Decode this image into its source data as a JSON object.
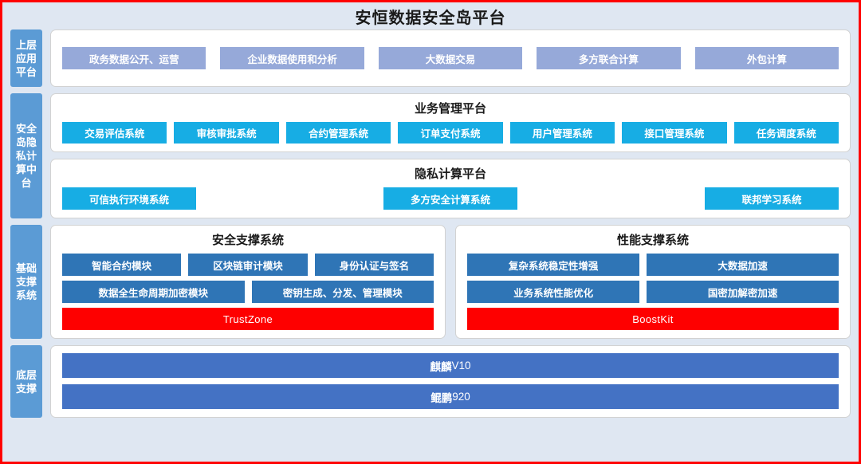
{
  "header": {
    "title": "安恒数据安全岛平台"
  },
  "layers": [
    {
      "side_label": "上层应用平台",
      "apps": [
        "政务数据公开、运营",
        "企业数据使用和分析",
        "大数据交易",
        "多方联合计算",
        "外包计算"
      ]
    },
    {
      "side_label": "安全岛隐私计算中台",
      "business_platform": {
        "title": "业务管理平台",
        "items": [
          "交易评估系统",
          "审核审批系统",
          "合约管理系统",
          "订单支付系统",
          "用户管理系统",
          "接口管理系统",
          "任务调度系统"
        ]
      },
      "privacy_platform": {
        "title": "隐私计算平台",
        "items": [
          "可信执行环境系统",
          "多方安全计算系统",
          "联邦学习系统"
        ]
      }
    },
    {
      "side_label": "基础支撑系统",
      "security_support": {
        "title": "安全支撑系统",
        "row1": [
          "智能合约模块",
          "区块链审计模块",
          "身份认证与签名"
        ],
        "row2": [
          "数据全生命周期加密模块",
          "密钥生成、分发、管理模块"
        ],
        "footer": "TrustZone"
      },
      "performance_support": {
        "title": "性能支撑系统",
        "row1": [
          "复杂系统稳定性增强",
          "大数据加速"
        ],
        "row2": [
          "业务系统性能优化",
          "国密加解密加速"
        ],
        "footer": "BoostKit"
      }
    },
    {
      "side_label": "底层支撑",
      "foundation": [
        {
          "name": "麒麟",
          "suffix": "V10"
        },
        {
          "name": "鲲鹏",
          "suffix": " 920"
        }
      ]
    }
  ],
  "colors": {
    "frame_border": "#ff0000",
    "canvas_bg": "#dfe7f2",
    "side_tab": "#5b9bd5",
    "app_pill": "#96a9d9",
    "cyan_button": "#17ade4",
    "steel_button": "#2f75b6",
    "red_bar": "#fe0000",
    "indigo_bar": "#4472c4"
  }
}
